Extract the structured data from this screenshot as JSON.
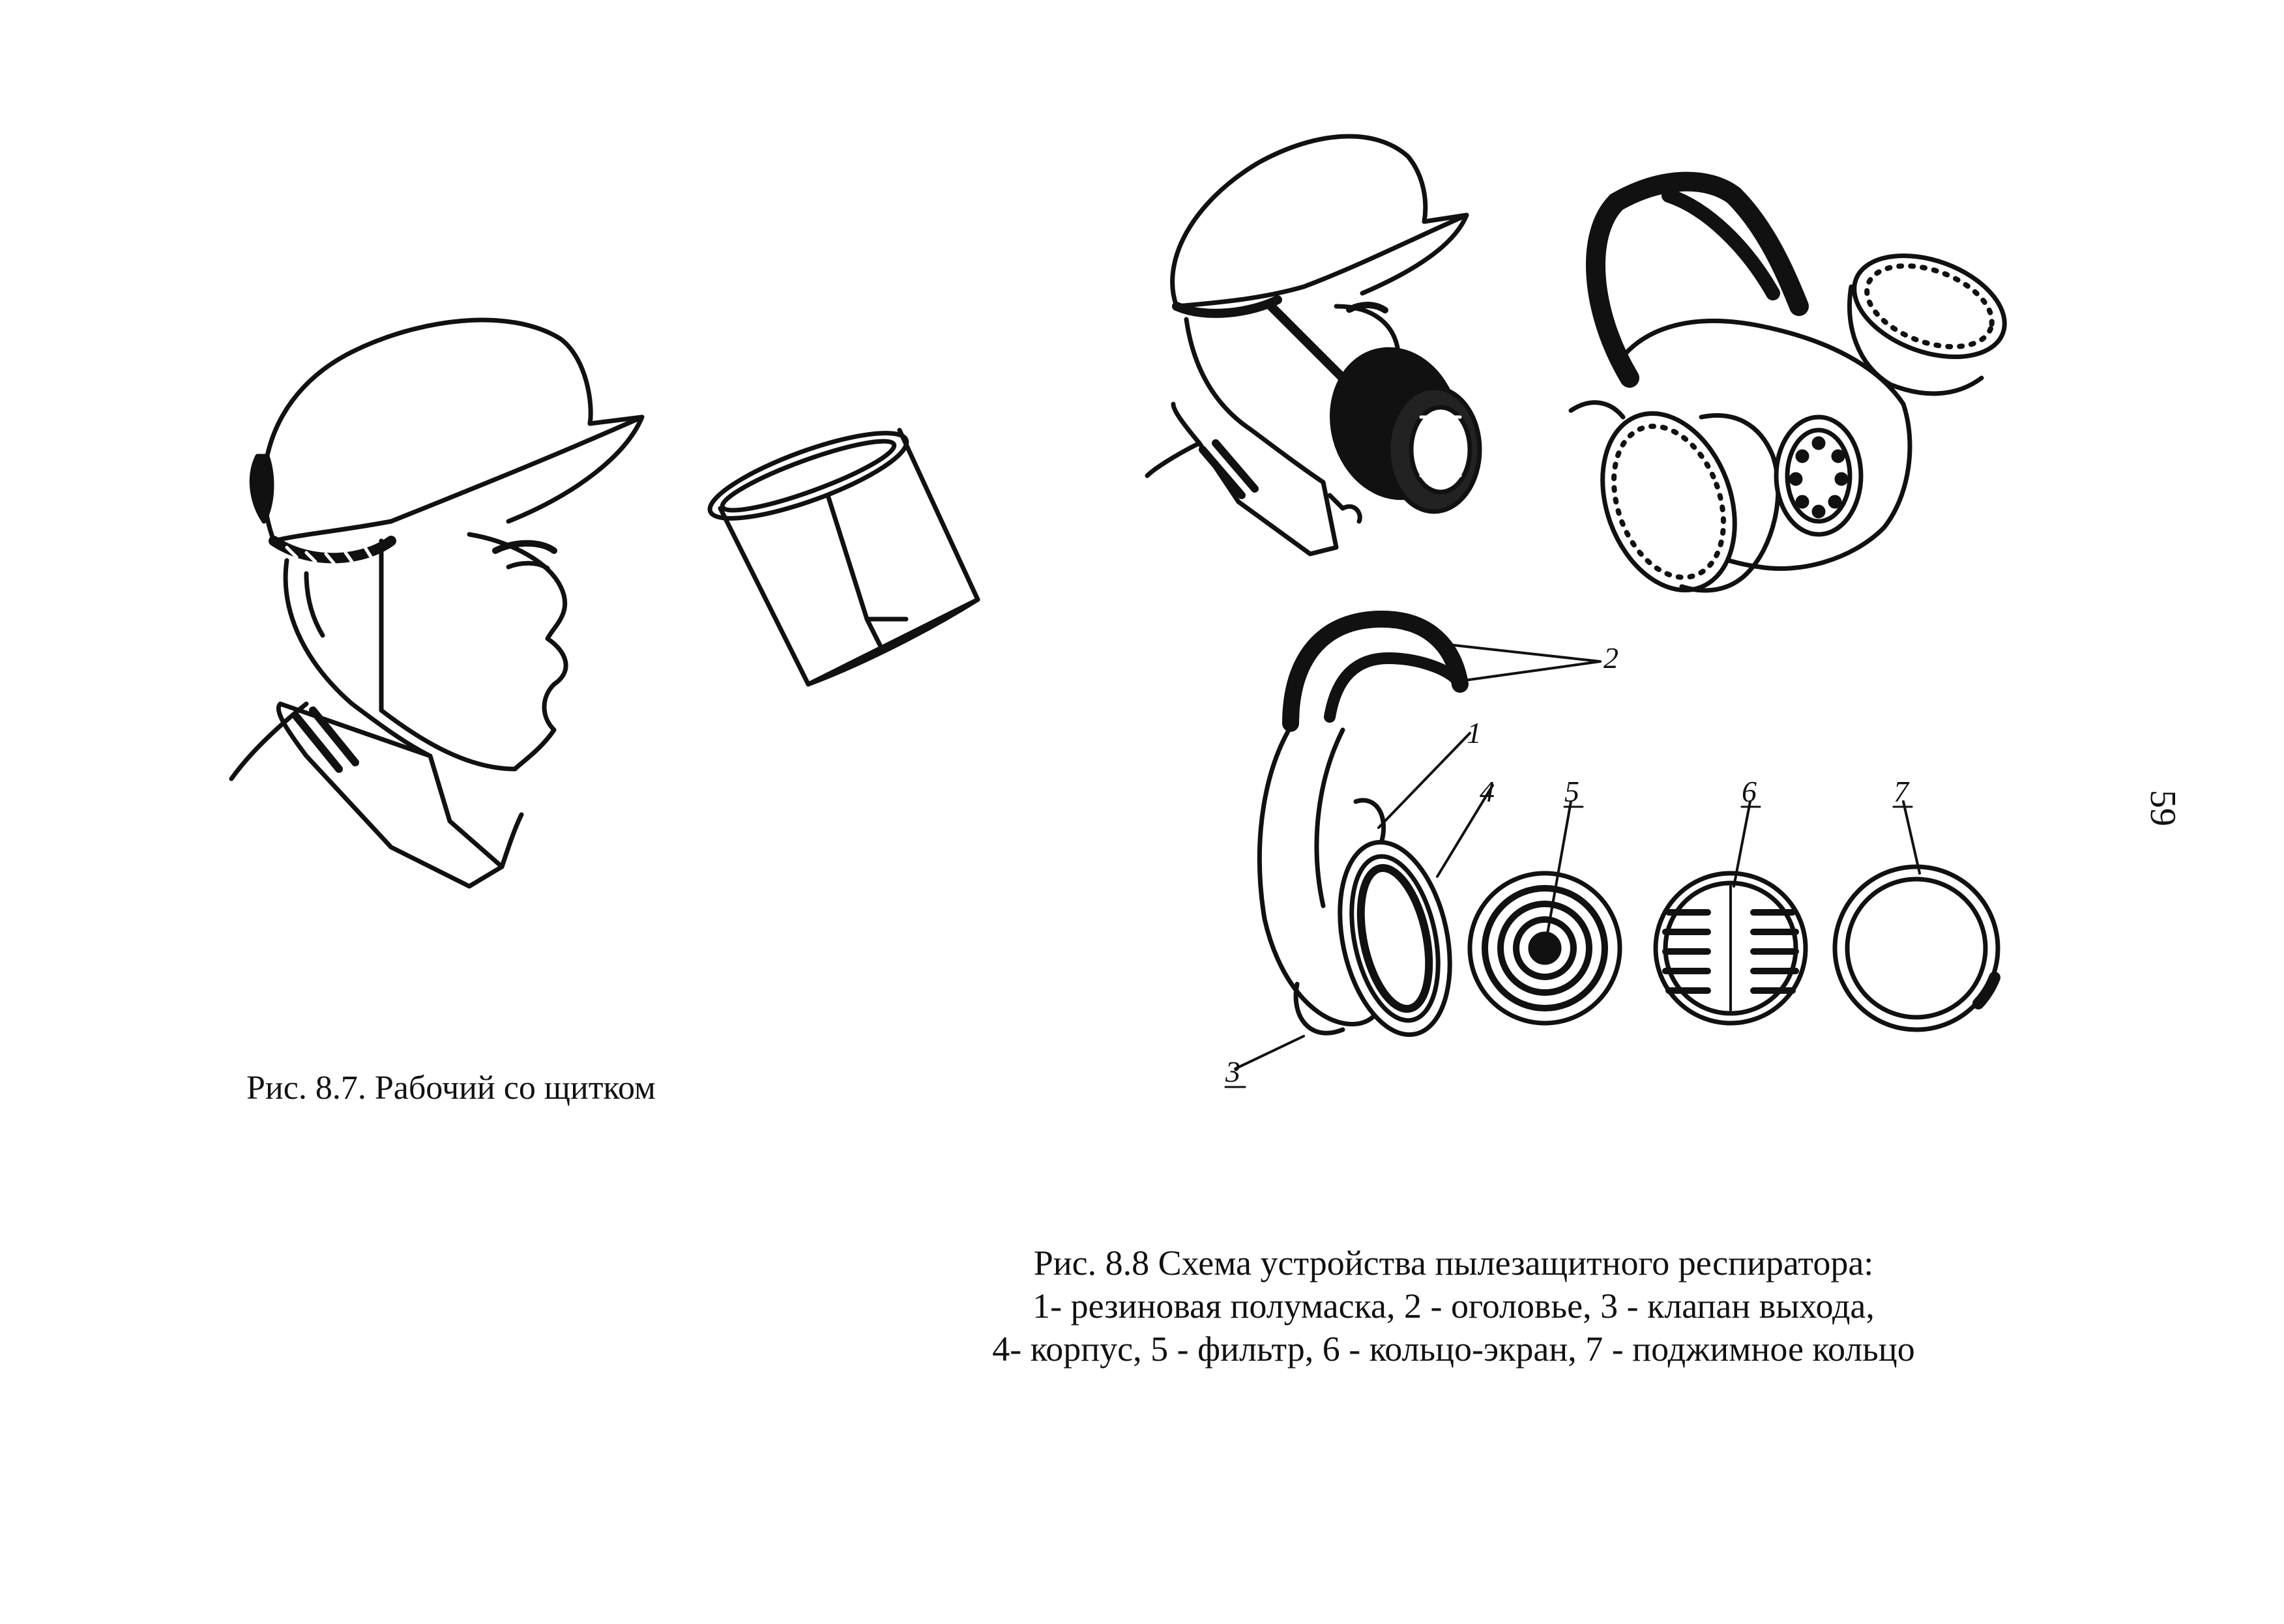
{
  "figure_8_7": {
    "caption": "Рис. 8.7. Рабочий со щитком"
  },
  "figure_8_8": {
    "caption_title": "Рис. 8.8 Схема устройства пылезащитного респиратора:",
    "caption_line_2": "1- резиновая полумаска, 2 - оголовье, 3 - клапан выхода,",
    "caption_line_3": "4- корпус, 5 - фильтр, 6 - кольцо-экран, 7 - поджимное кольцо",
    "callouts": [
      "1",
      "2",
      "3",
      "4",
      "5",
      "6",
      "7"
    ]
  },
  "page_number": "59",
  "colors": {
    "ink": "#111111",
    "paper": "#ffffff"
  }
}
